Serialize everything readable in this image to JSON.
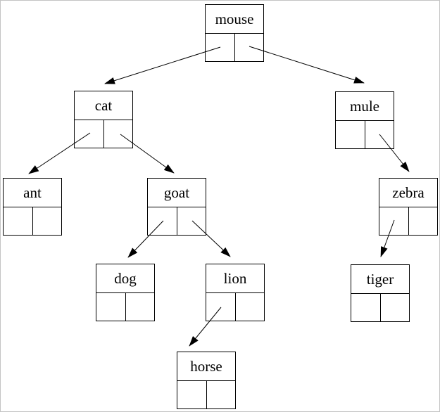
{
  "diagram": {
    "kind": "binary-tree",
    "nodes": [
      {
        "id": "mouse",
        "label": "mouse"
      },
      {
        "id": "cat",
        "label": "cat"
      },
      {
        "id": "mule",
        "label": "mule"
      },
      {
        "id": "ant",
        "label": "ant"
      },
      {
        "id": "goat",
        "label": "goat"
      },
      {
        "id": "zebra",
        "label": "zebra"
      },
      {
        "id": "dog",
        "label": "dog"
      },
      {
        "id": "lion",
        "label": "lion"
      },
      {
        "id": "tiger",
        "label": "tiger"
      },
      {
        "id": "horse",
        "label": "horse"
      }
    ],
    "edges": [
      {
        "from": "mouse",
        "pointer": "left",
        "to": "cat"
      },
      {
        "from": "mouse",
        "pointer": "right",
        "to": "mule"
      },
      {
        "from": "cat",
        "pointer": "left",
        "to": "ant"
      },
      {
        "from": "cat",
        "pointer": "right",
        "to": "goat"
      },
      {
        "from": "mule",
        "pointer": "right",
        "to": "zebra"
      },
      {
        "from": "goat",
        "pointer": "left",
        "to": "dog"
      },
      {
        "from": "goat",
        "pointer": "right",
        "to": "lion"
      },
      {
        "from": "zebra",
        "pointer": "left",
        "to": "tiger"
      },
      {
        "from": "lion",
        "pointer": "left",
        "to": "horse"
      }
    ],
    "colors": {
      "line": "#000000",
      "background": "#ffffff",
      "frame": "#c4c4c4"
    }
  }
}
